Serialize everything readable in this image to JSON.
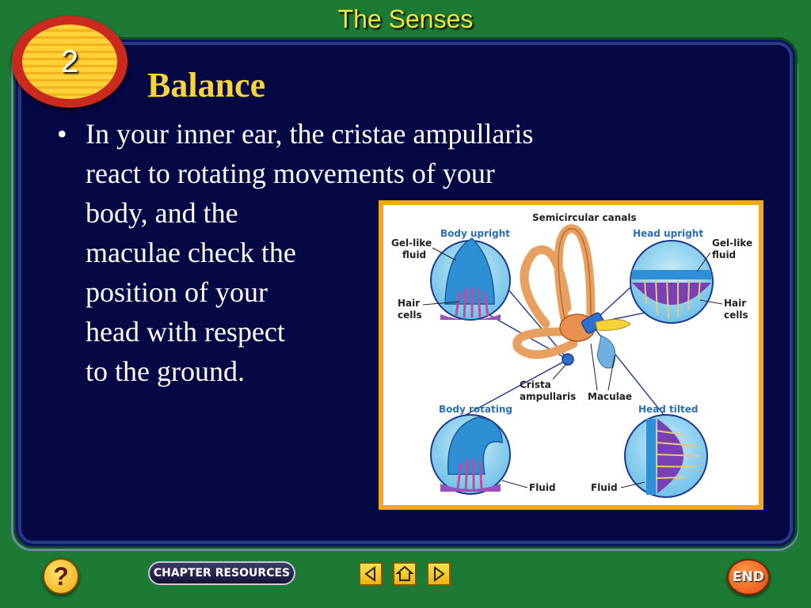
{
  "header": {
    "title": "The Senses"
  },
  "section": {
    "number": "2"
  },
  "slide": {
    "title": "Balance",
    "bullet_symbol": "•",
    "bullet_lines": [
      "In your inner ear, the cristae ampullaris",
      "react to rotating movements of your",
      "body, and the",
      "maculae check the",
      "position of your",
      "head with respect",
      "to the ground."
    ]
  },
  "figure": {
    "title": "Semicircular canals",
    "body_upright": "Body upright",
    "head_upright": "Head upright",
    "body_rotating": "Body rotating",
    "head_tilted": "Head tilted",
    "gel_like_left": [
      "Gel-like",
      "fluid"
    ],
    "gel_like_right": [
      "Gel-like",
      "fluid"
    ],
    "hair_cells_left": [
      "Hair",
      "cells"
    ],
    "hair_cells_right": [
      "Hair",
      "cells"
    ],
    "crista": [
      "Crista",
      "ampullaris"
    ],
    "maculae": "Maculae",
    "fluid_left": "Fluid",
    "fluid_right": "Fluid",
    "colors": {
      "heading_blue": "#2a6fb5",
      "label_dark": "#222222",
      "frame_orange": "#f2a81c"
    }
  },
  "footer": {
    "help_label": "?",
    "chapter_resources_label": "CHAPTER RESOURCES",
    "end_label": "END",
    "icons": [
      "previous-arrow-icon",
      "home-icon",
      "next-arrow-icon"
    ]
  }
}
